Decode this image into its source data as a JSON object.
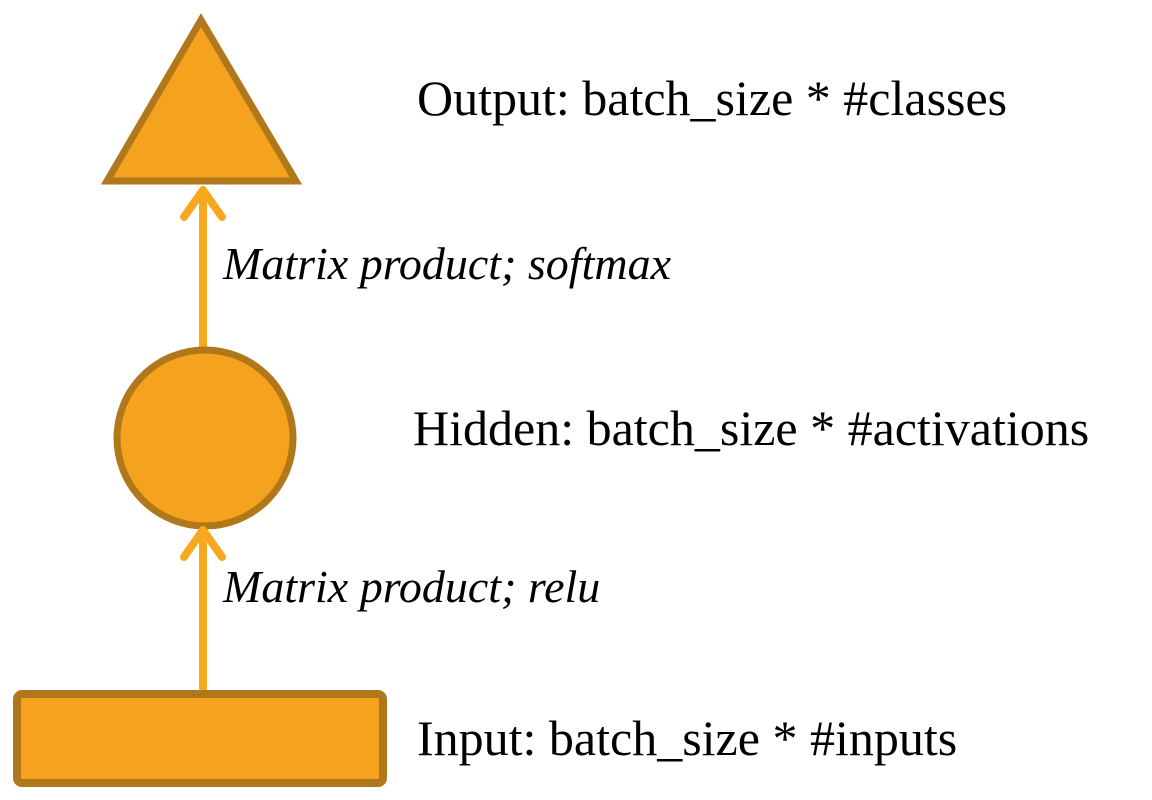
{
  "colors": {
    "shape_fill": "#F5A31E",
    "shape_stroke": "#B0781A",
    "arrow": "#F6A81F",
    "text": "#000000",
    "background": "#FFFFFF"
  },
  "diagram": {
    "type": "flow",
    "direction": "bottom-to-top",
    "nodes": {
      "input": {
        "shape": "rectangle",
        "label": "Input: batch_size * #inputs"
      },
      "hidden": {
        "shape": "circle",
        "label": "Hidden: batch_size * #activations"
      },
      "output": {
        "shape": "triangle",
        "label": "Output: batch_size * #classes"
      }
    },
    "edges": {
      "input_to_hidden": {
        "from": "input",
        "to": "hidden",
        "label": "Matrix product; relu"
      },
      "hidden_to_output": {
        "from": "hidden",
        "to": "output",
        "label": "Matrix product; softmax"
      }
    }
  }
}
